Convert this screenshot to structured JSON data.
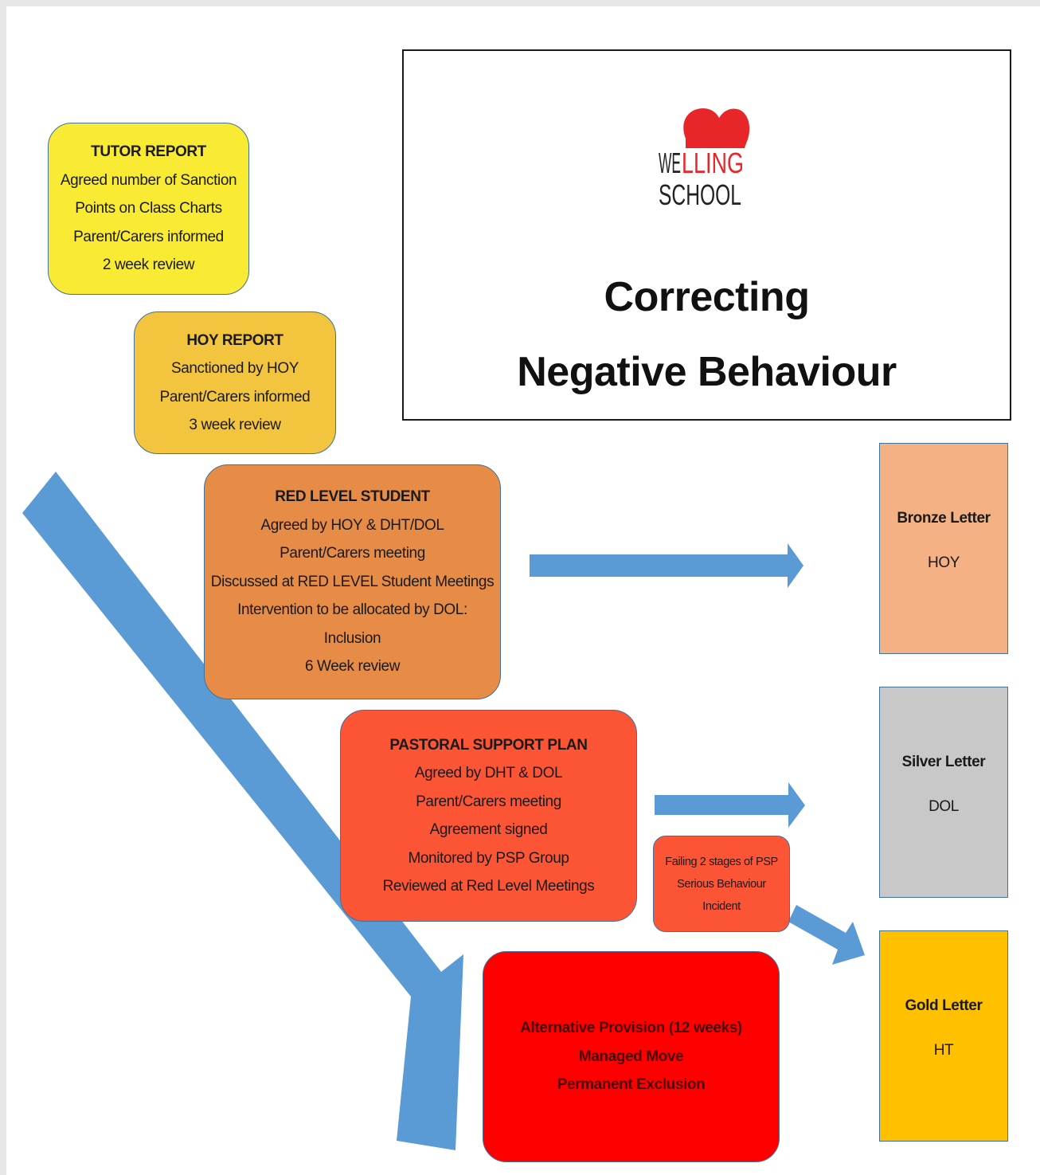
{
  "title": {
    "logo_line1_dark": "WE",
    "logo_line1_red": "LLING",
    "logo_line2": "SCHOOL",
    "heading_line1": "Correcting",
    "heading_line2": "Negative Behaviour"
  },
  "stages": {
    "tutor_report": {
      "heading": "TUTOR REPORT",
      "lines": [
        "Agreed number of Sanction",
        "Points on Class Charts",
        "Parent/Carers informed",
        "2 week review"
      ]
    },
    "hoy_report": {
      "heading": "HOY REPORT",
      "lines": [
        "Sanctioned by HOY",
        "Parent/Carers informed",
        "3 week review"
      ]
    },
    "red_level": {
      "heading": "RED LEVEL STUDENT",
      "lines": [
        "Agreed by HOY & DHT/DOL",
        "Parent/Carers meeting",
        "Discussed at RED LEVEL Student Meetings",
        "Intervention to be allocated by DOL:",
        "Inclusion",
        "6 Week review"
      ]
    },
    "pastoral_support_plan": {
      "heading": "PASTORAL SUPPORT PLAN",
      "lines": [
        "Agreed by DHT & DOL",
        "Parent/Carers meeting",
        "Agreement signed",
        "Monitored by PSP Group",
        "Reviewed at Red Level Meetings"
      ]
    },
    "failing_psp": {
      "lines": [
        "Failing 2 stages of PSP",
        "Serious Behaviour",
        "Incident"
      ]
    },
    "final_stage": {
      "lines": [
        "Alternative Provision (12 weeks)",
        "Managed Move",
        "Permanent Exclusion"
      ]
    }
  },
  "letters": {
    "bronze": {
      "name": "Bronze Letter",
      "by": "HOY"
    },
    "silver": {
      "name": "Silver Letter",
      "by": "DOL"
    },
    "gold": {
      "name": "Gold Letter",
      "by": "HT"
    }
  },
  "colors": {
    "tutor": "#f9eb34",
    "hoy": "#f3c43e",
    "red_level": "#e78c47",
    "psp": "#fc5536",
    "final": "#ff0000",
    "bronze": "#f4b183",
    "silver": "#c8c8c8",
    "gold": "#ffc000",
    "arrow": "#5b9bd5",
    "logo_red": "#e8262a"
  }
}
